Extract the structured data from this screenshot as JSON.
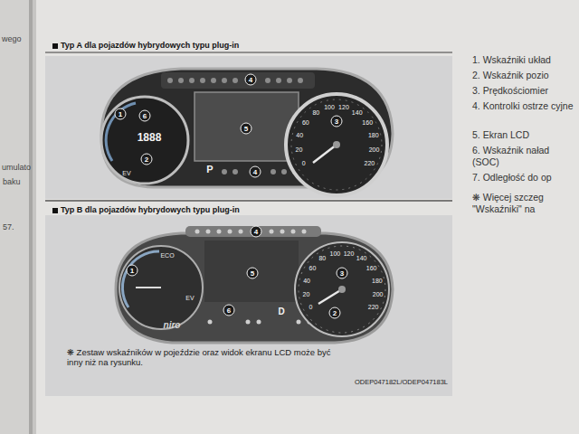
{
  "diagram": {
    "labels": [
      "wego",
      "umulato",
      "baku",
      "57.",
      "Typ A dla pojazdów hybrydowych typu plug-in",
      "Typ B dla pojazdów hybrydowych typu plug-in",
      "❋ Zestaw wskaźników w pojeździe oraz widok ekranu LCD może być inny niż na rysunku.",
      "ODEP047182L/ODEP047183L",
      "1. Wskaźniki układ",
      "2. Wskaźnik pozio",
      "3. Prędkościomier",
      "4. Kontrolki ostrze cyjne",
      "5. Ekran LCD",
      "6. Wskaźnik naład (SOC)",
      "7. Odległość do op",
      "❋ Więcej szczeg \"Wskaźniki\" na",
      "4",
      "3",
      "5",
      "1",
      "6",
      "2",
      "4",
      "1888",
      "P",
      "EV",
      "0",
      "20",
      "40",
      "60",
      "80",
      "100",
      "120",
      "140",
      "160",
      "180",
      "200",
      "220",
      "4",
      "1",
      "5",
      "3",
      "6",
      "2",
      "ECO",
      "EV",
      "niro",
      "D",
      "0",
      "20",
      "40",
      "60",
      "80",
      "100",
      "120",
      "140",
      "160",
      "180",
      "200",
      "220"
    ]
  }
}
